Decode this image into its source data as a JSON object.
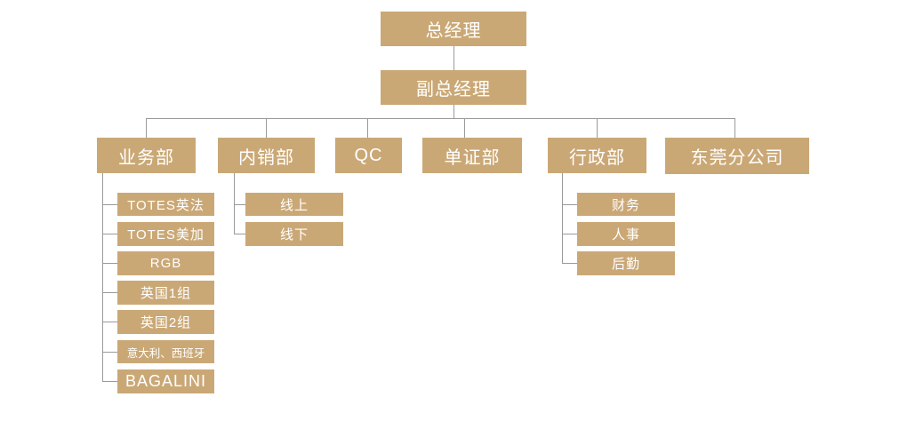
{
  "org": {
    "root": {
      "label": "总经理"
    },
    "deputy": {
      "label": "副总经理"
    },
    "departments": [
      {
        "label": "业务部",
        "children": [
          "TOTES英法",
          "TOTES美加",
          "RGB",
          "英国1组",
          "英国2组",
          "意大利、西班牙",
          "BAGALINI"
        ]
      },
      {
        "label": "内销部",
        "children": [
          "线上",
          "线下"
        ]
      },
      {
        "label": "QC",
        "children": []
      },
      {
        "label": "单证部",
        "children": []
      },
      {
        "label": "行政部",
        "children": [
          "财务",
          "人事",
          "后勤"
        ]
      },
      {
        "label": "东莞分公司",
        "children": []
      }
    ],
    "colors": {
      "node_fill": "#CAA876",
      "node_text": "#FFFFFF",
      "connector": "#9A9A9A",
      "background": "#FFFFFF"
    }
  }
}
